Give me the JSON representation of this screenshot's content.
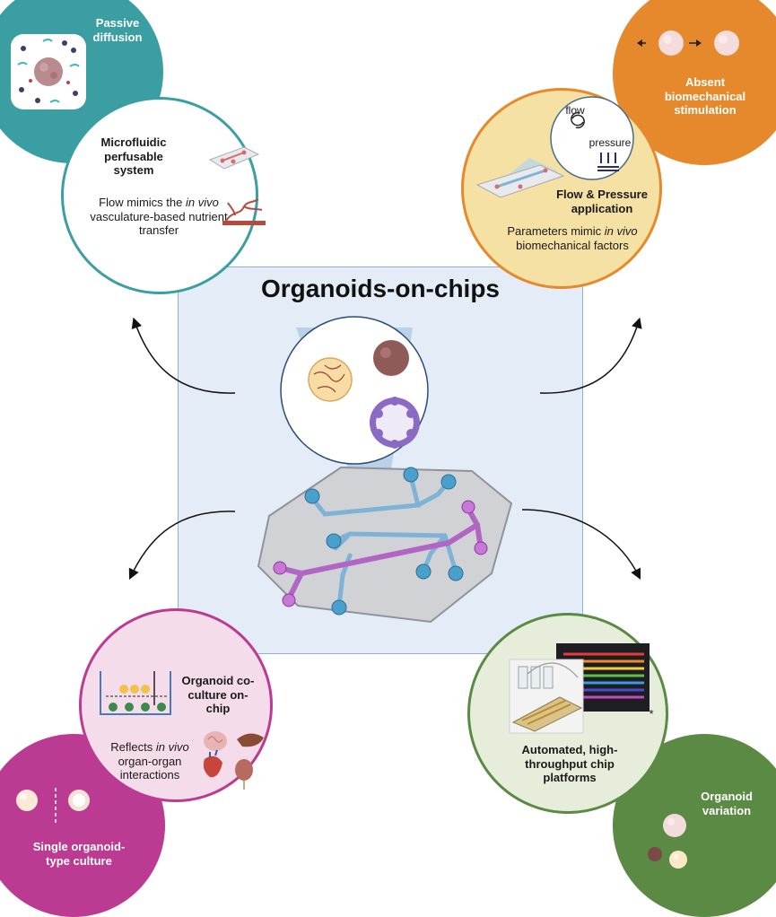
{
  "title": "Organoids-on-chips",
  "top_left": {
    "small_circle": "Passive diffusion",
    "big_circle_title": "Microfluidic perfusable system",
    "big_circle_pre": "Flow mimics the ",
    "big_circle_italic": "in vivo",
    "big_circle_post": " vasculature-based nutrient transfer"
  },
  "top_right": {
    "small_circle": "Absent biomechanical stimulation",
    "flow_label": "flow",
    "pressure_label": "pressure",
    "big_circle_title": "Flow & Pressure application",
    "big_circle_pre": "Parameters mimic ",
    "big_circle_italic": "in vivo",
    "big_circle_post": " biomechanical factors"
  },
  "bottom_left": {
    "big_circle_title": "Organoid co-culture on-chip",
    "big_circle_pre": "Reflects ",
    "big_circle_italic": "in vivo",
    "big_circle_post": " organ-organ interactions",
    "small_circle": "Single organoid-type culture"
  },
  "bottom_right": {
    "asterisk": "*",
    "big_circle_title": "Automated, high-throughput chip platforms",
    "small_circle": "Organoid variation"
  },
  "colors": {
    "teal": "#3a9ea3",
    "orange": "#e6892c",
    "magenta": "#bb3a92",
    "green": "#5a8a44",
    "purple_channel": "#b266c4",
    "blue_channel": "#7fb3d6"
  }
}
